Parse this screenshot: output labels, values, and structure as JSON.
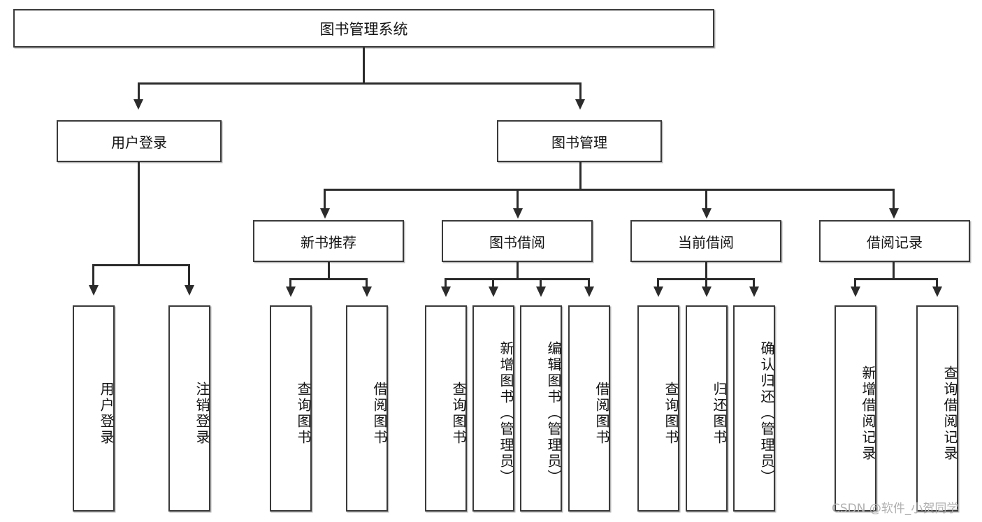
{
  "diagram": {
    "type": "tree-hierarchy-diagram",
    "title": "图书管理系统",
    "watermark": "CSDN @软件_小贺同学",
    "colors": {
      "box_border": "#3a3a3a",
      "box_fill": "#ffffff",
      "connector": "#2b2b2b",
      "text": "#141414",
      "watermark": "#b0b0b0",
      "background": "#ffffff"
    },
    "root": {
      "label": "图书管理系统"
    },
    "level2": [
      {
        "label": "用户登录"
      },
      {
        "label": "图书管理"
      }
    ],
    "level3": [
      {
        "label": "新书推荐"
      },
      {
        "label": "图书借阅"
      },
      {
        "label": "当前借阅"
      },
      {
        "label": "借阅记录"
      }
    ],
    "leaves": {
      "user_login": [
        {
          "label": "用户登录"
        },
        {
          "label": "注销登录"
        }
      ],
      "new_book": [
        {
          "label": "查询图书"
        },
        {
          "label": "借阅图书"
        }
      ],
      "book_borrow": [
        {
          "label": "查询图书"
        },
        {
          "label": "新增图书（管理员）"
        },
        {
          "label": "编辑图书（管理员）"
        },
        {
          "label": "借阅图书"
        }
      ],
      "current_borrow": [
        {
          "label": "查询图书"
        },
        {
          "label": "归还图书"
        },
        {
          "label": "确认归还（管理员）"
        }
      ],
      "borrow_record": [
        {
          "label": "新增借阅记录"
        },
        {
          "label": "查询借阅记录"
        }
      ]
    }
  }
}
